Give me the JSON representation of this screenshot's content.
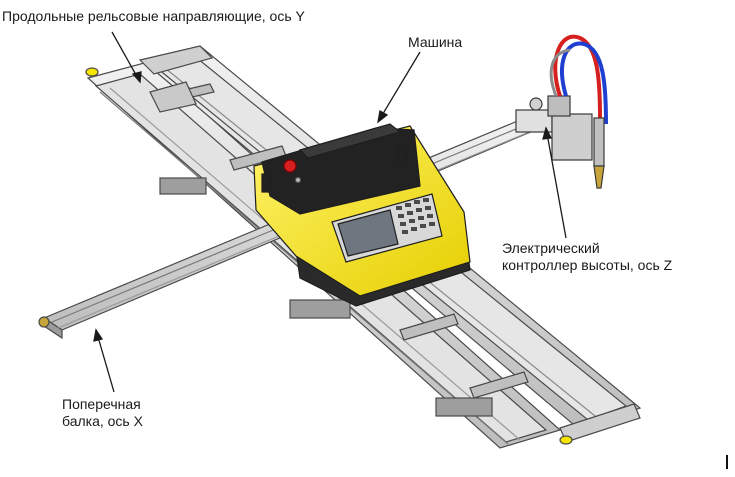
{
  "labels": {
    "y_rails": "Продольные рельсовые направляющие, ось Y",
    "machine": "Машина",
    "z_controller_line1": "Электрический",
    "z_controller_line2": "контроллер высоты, ось Z",
    "x_beam_line1": "Поперечная",
    "x_beam_line2": "балка, ось X"
  },
  "colors": {
    "machine_body": "#f5e600",
    "machine_cover": "#1e1e1e",
    "rail_frame": "#d9d9d9",
    "rail_outline": "#4a4a4a",
    "hose_red": "#d62020",
    "hose_blue": "#1f3fd0",
    "torch_brass": "#c8a53a"
  }
}
